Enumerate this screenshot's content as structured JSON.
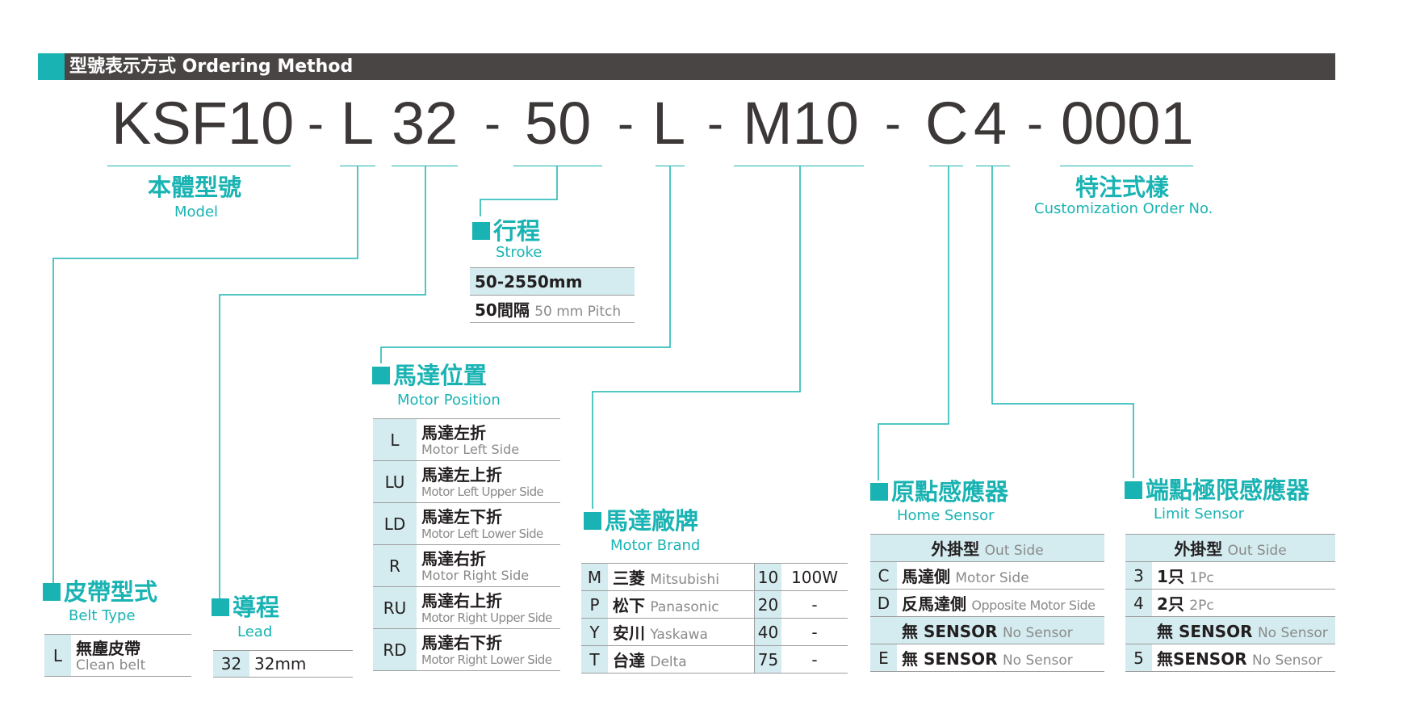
{
  "header": {
    "title": "型號表示方式 Ordering Method"
  },
  "model_code": {
    "parts": [
      "KSF10",
      "L",
      "32",
      "50",
      "L",
      "M10",
      "C",
      "4",
      "0001"
    ],
    "separator": "-"
  },
  "model": {
    "title_zh": "本體型號",
    "title_en": "Model"
  },
  "custom": {
    "title_zh": "特注式樣",
    "title_en": "Customization Order No."
  },
  "stroke": {
    "title_zh": "行程",
    "title_en": "Stroke",
    "range": "50-2550mm",
    "pitch_zh": "50間隔",
    "pitch_en": "50 mm Pitch"
  },
  "motor_position": {
    "title_zh": "馬達位置",
    "title_en": "Motor Position",
    "rows": [
      {
        "code": "L",
        "zh": "馬達左折",
        "en": "Motor Left Side"
      },
      {
        "code": "LU",
        "zh": "馬達左上折",
        "en": "Motor Left Upper Side"
      },
      {
        "code": "LD",
        "zh": "馬達左下折",
        "en": "Motor Left Lower Side"
      },
      {
        "code": "R",
        "zh": "馬達右折",
        "en": "Motor Right Side"
      },
      {
        "code": "RU",
        "zh": "馬達右上折",
        "en": "Motor Right Upper Side"
      },
      {
        "code": "RD",
        "zh": "馬達右下折",
        "en": "Motor Right Lower Side"
      }
    ]
  },
  "belt_type": {
    "title_zh": "皮帶型式",
    "title_en": "Belt Type",
    "rows": [
      {
        "code": "L",
        "zh": "無塵皮帶",
        "en": "Clean belt"
      }
    ]
  },
  "lead": {
    "title_zh": "導程",
    "title_en": "Lead",
    "rows": [
      {
        "code": "32",
        "value": "32mm"
      }
    ]
  },
  "motor_brand": {
    "title_zh": "馬達廠牌",
    "title_en": "Motor Brand",
    "rows": [
      {
        "code": "M",
        "zh": "三菱",
        "en": "Mitsubishi",
        "size": "10",
        "watt": "100W"
      },
      {
        "code": "P",
        "zh": "松下",
        "en": "Panasonic",
        "size": "20",
        "watt": "-"
      },
      {
        "code": "Y",
        "zh": "安川",
        "en": "Yaskawa",
        "size": "40",
        "watt": "-"
      },
      {
        "code": "T",
        "zh": "台達",
        "en": "Delta",
        "size": "75",
        "watt": "-"
      }
    ]
  },
  "home_sensor": {
    "title_zh": "原點感應器",
    "title_en": "Home Sensor",
    "header_zh": "外掛型",
    "header_en": "Out Side",
    "rows": [
      {
        "code": "C",
        "zh": "馬達側",
        "en": "Motor Side"
      },
      {
        "code": "D",
        "zh": "反馬達側",
        "en": "Opposite Motor Side"
      },
      {
        "code": "",
        "zh": "無 SENSOR",
        "en": "No Sensor"
      },
      {
        "code": "E",
        "zh": "無 SENSOR",
        "en": "No Sensor"
      }
    ]
  },
  "limit_sensor": {
    "title_zh": "端點極限感應器",
    "title_en": "Limit Sensor",
    "header_zh": "外掛型",
    "header_en": "Out Side",
    "rows": [
      {
        "code": "3",
        "zh": "1只",
        "en": "1Pc"
      },
      {
        "code": "4",
        "zh": "2只",
        "en": "2Pc"
      },
      {
        "code": "",
        "zh": "無 SENSOR",
        "en": "No Sensor"
      },
      {
        "code": "5",
        "zh": "無SENSOR",
        "en": "No Sensor"
      }
    ]
  },
  "colors": {
    "accent": "#1ab3b3",
    "header_bg": "#4a4545",
    "cell_bg": "#d4ecf0"
  }
}
